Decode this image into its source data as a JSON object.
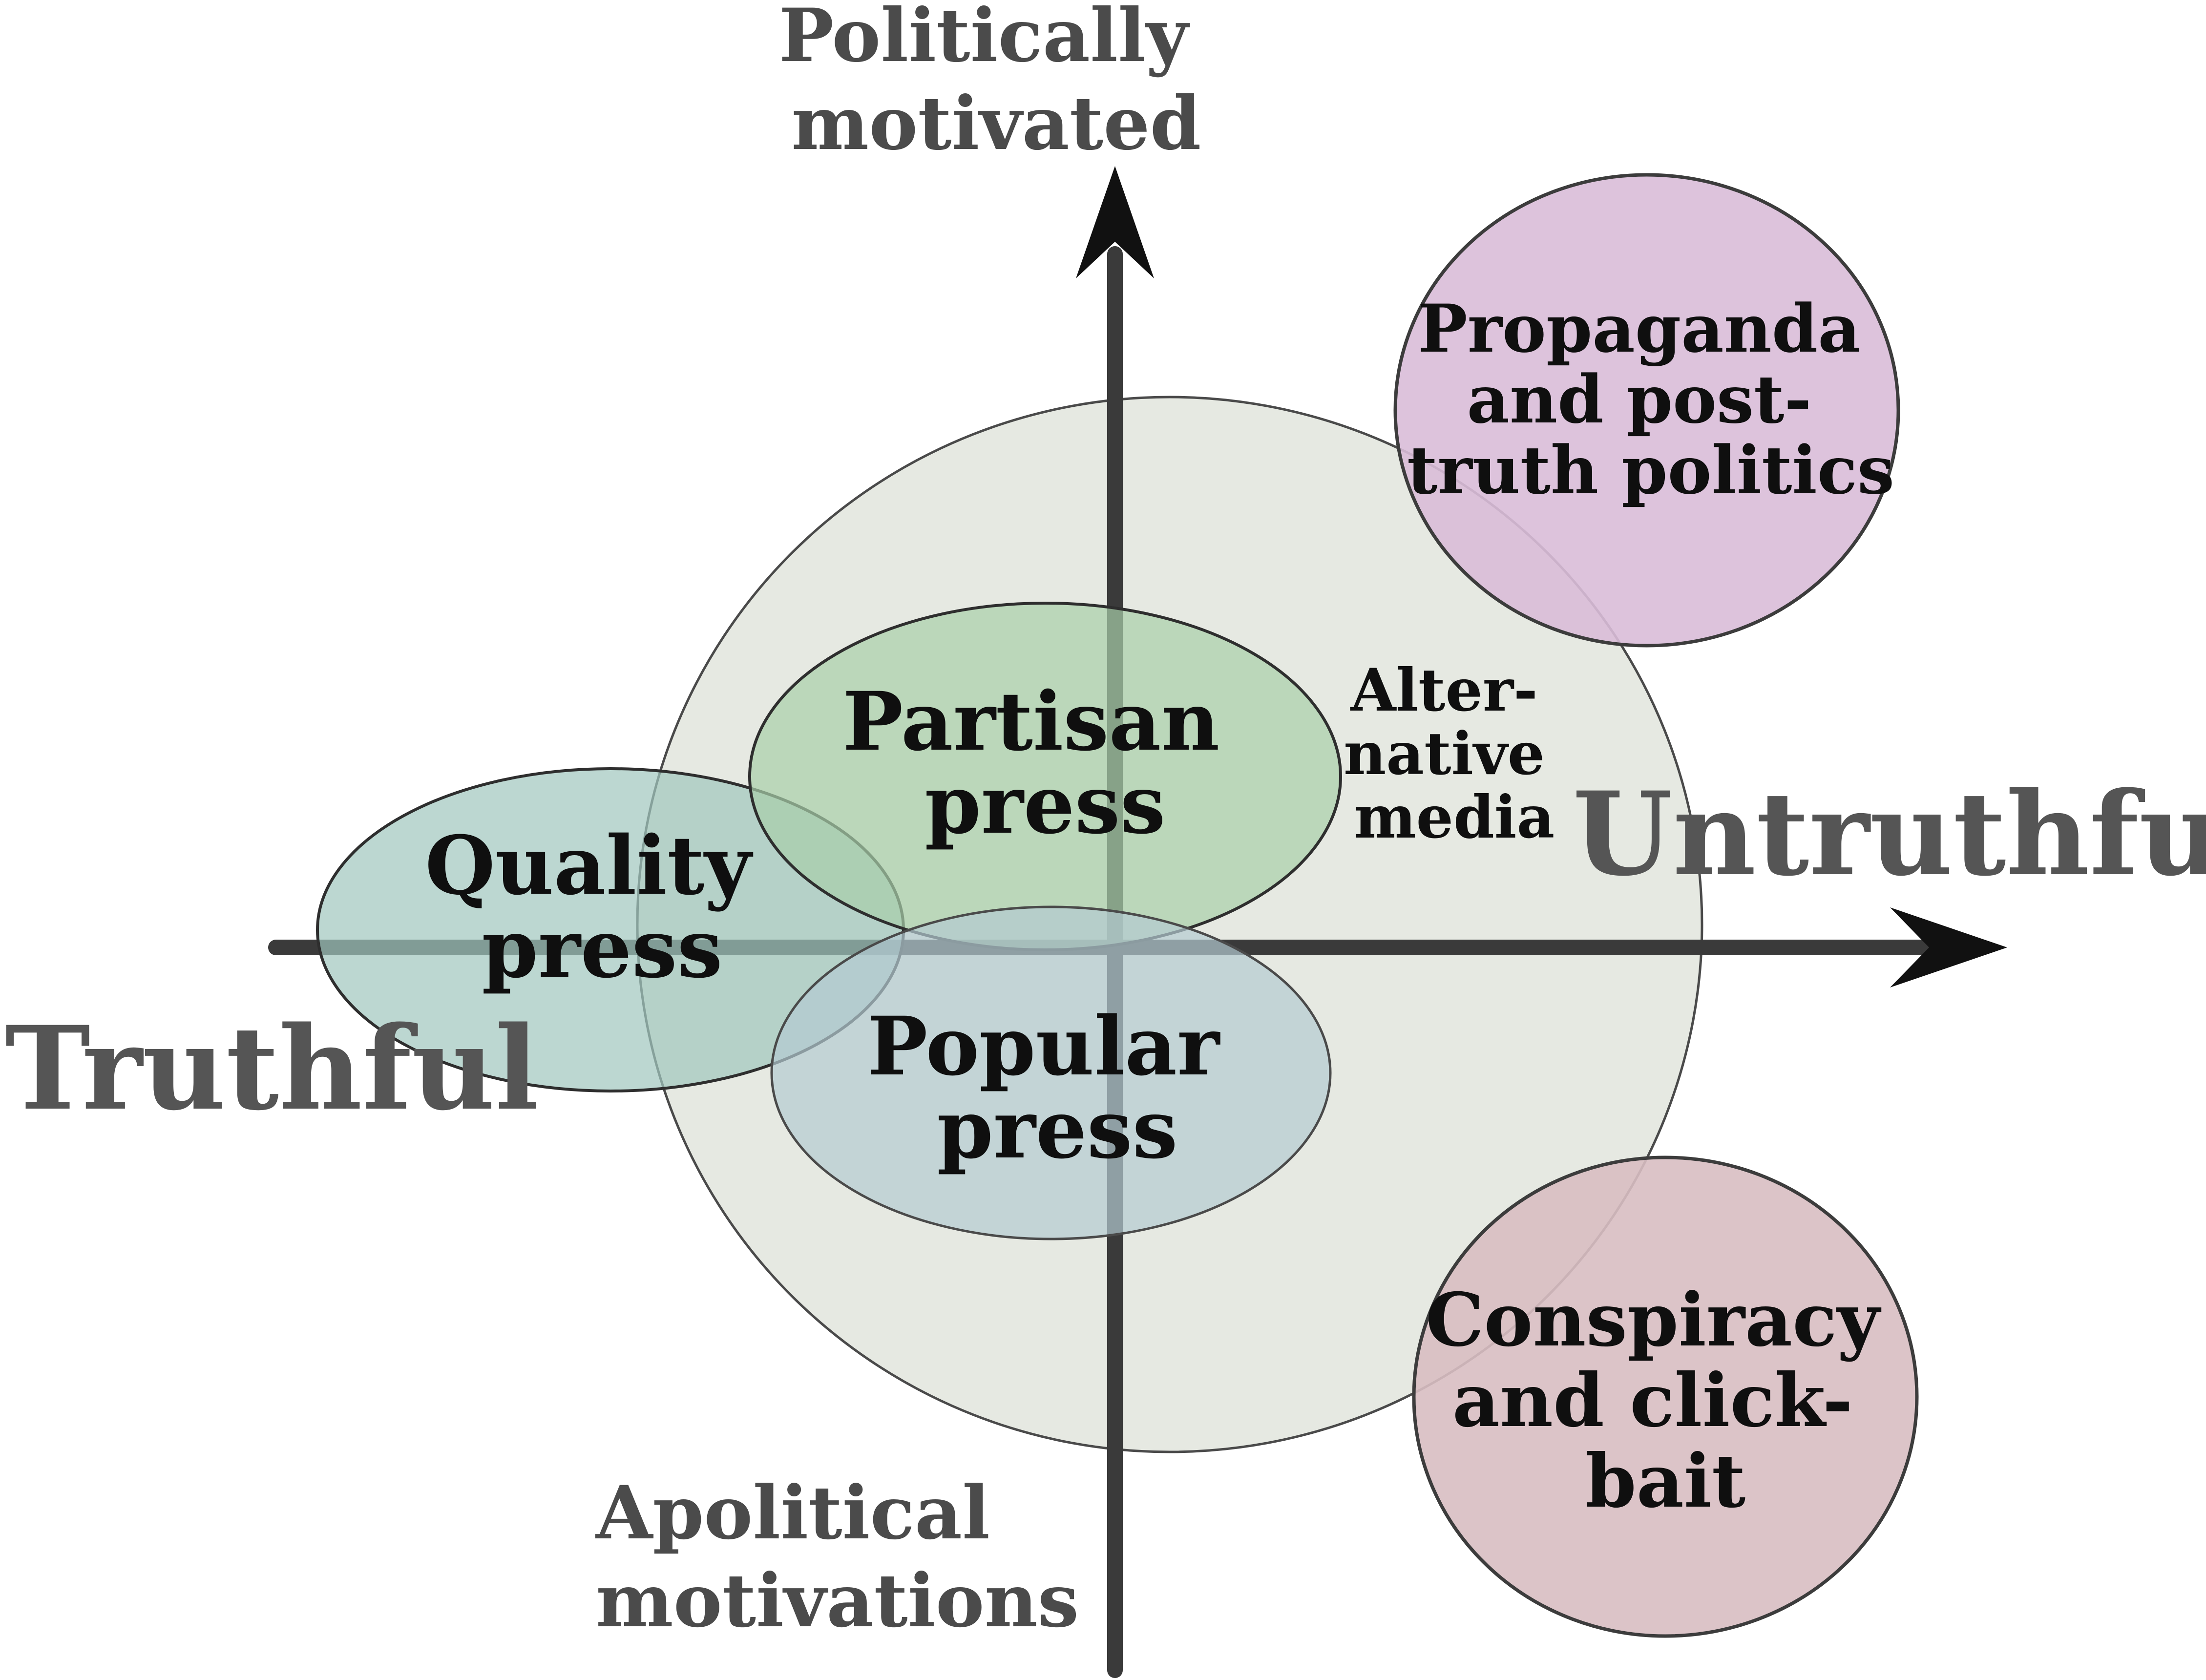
{
  "axes": {
    "y_top_label": [
      "Politically",
      "motivated"
    ],
    "y_bottom_label": [
      "Apolitical",
      "motivations"
    ],
    "x_left_label": "Truthful",
    "x_right_label": "Untruthful"
  },
  "regions": {
    "alternative_media": [
      "Alter-",
      "native",
      "media"
    ],
    "quality_press": [
      "Quality",
      "press"
    ],
    "partisan_press": [
      "Partisan",
      "press"
    ],
    "popular_press": [
      "Popular",
      "press"
    ],
    "propaganda": [
      "Propaganda",
      "and post-",
      "truth politics"
    ],
    "conspiracy": [
      "Conspiracy",
      "and click-",
      "bait"
    ]
  },
  "colors": {
    "axis": "#3a3a3a",
    "alternative_media_fill": "#e6e9e2",
    "quality_press_fill": "#b5d2cb",
    "partisan_press_fill": "#b7d4b8",
    "popular_press_fill": "#c2d3d6",
    "propaganda_fill": "#d9bdd8",
    "conspiracy_fill": "#d8bec2",
    "outline": "#3c3c3c"
  }
}
